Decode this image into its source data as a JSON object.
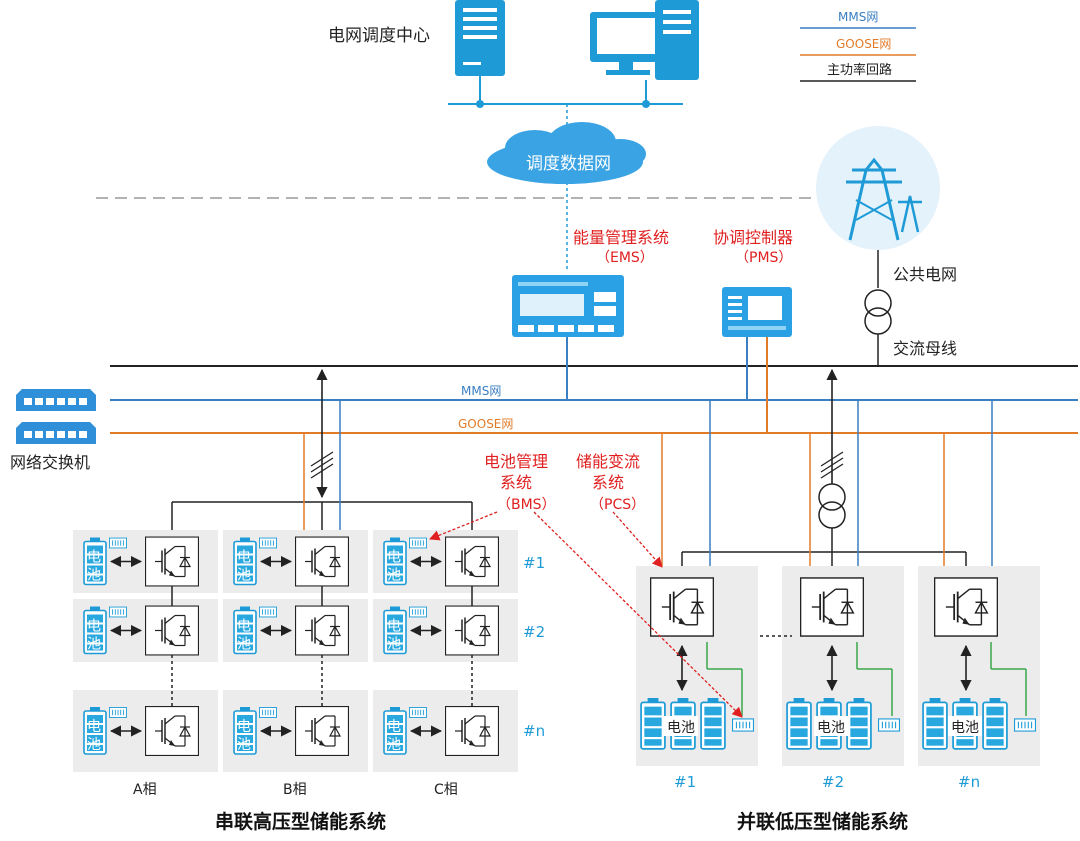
{
  "title": {
    "series": "串联高压型储能系统",
    "parallel": "并联低压型储能系统"
  },
  "legend": [
    {
      "label": "MMS网",
      "color": "#3a7fc1"
    },
    {
      "label": "GOOSE网",
      "color": "#e07b2a"
    },
    {
      "label": "主功率回路",
      "color": "#222222"
    }
  ],
  "labels": {
    "dispatch_center": "电网调度中心",
    "dispatch_network": "调度数据网",
    "ems": "能量管理系统",
    "ems_abbr": "（EMS）",
    "pms": "协调控制器",
    "pms_abbr": "（PMS）",
    "public_grid": "公共电网",
    "ac_bus": "交流母线",
    "mms_net": "MMS网",
    "goose_net": "GOOSE网",
    "switch": "网络交换机",
    "bms_1": "电池管理",
    "bms_2": "系统",
    "bms_abbr": "（BMS）",
    "pcs_1": "储能变流",
    "pcs_2": "系统",
    "pcs_abbr": "（PCS）",
    "battery_1": "电",
    "battery_2": "池",
    "battery": "电池",
    "phase_a": "A相",
    "phase_b": "B相",
    "phase_c": "C相",
    "row_1": "#1",
    "row_2": "#2",
    "row_n": "#n",
    "unit_1": "#1",
    "unit_2": "#2",
    "unit_n": "#n"
  },
  "colors": {
    "mms": "#3a7fc1",
    "goose": "#e07b2a",
    "power": "#222222",
    "red": "#e02020",
    "accent": "#1e9bd7",
    "panel": "#ececec",
    "green": "#3aa64a"
  },
  "icons": {
    "server": "server-icon",
    "monitor": "monitor-icon",
    "cloud": "cloud-icon",
    "tower": "transmission-tower-icon",
    "transformer": "transformer-icon",
    "switch": "network-switch-icon",
    "battery": "battery-icon",
    "igbt": "igbt-converter-icon"
  }
}
